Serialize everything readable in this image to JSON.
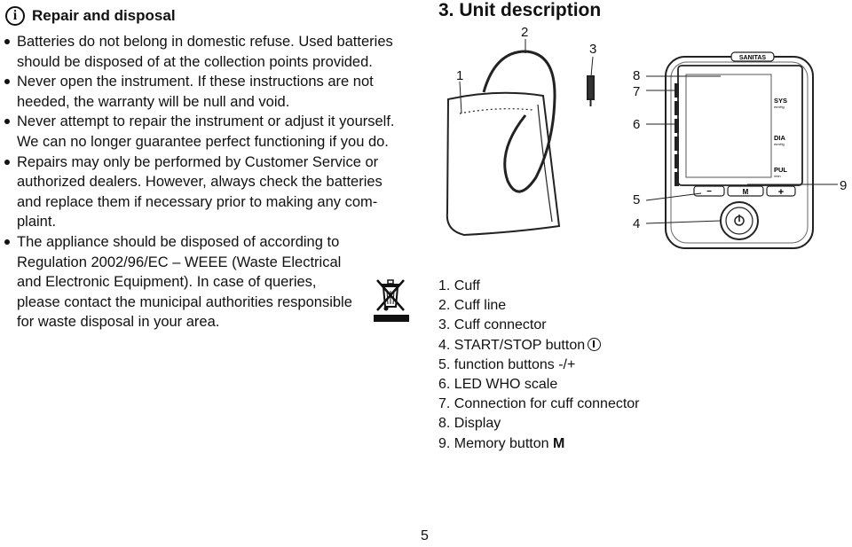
{
  "left": {
    "heading": "Repair and disposal",
    "bullets": [
      "Batteries do not belong in domestic refuse. Used bat­teries should be disposed of at the collection points provided.",
      "Never open the instrument. If these instructions are not heeded, the warranty will be null and void.",
      "Never attempt to repair the instrument or adjust it your­self. We can no longer guarantee perfect functioning if you do.",
      "Repairs may only be performed by Customer Service or authorized dealers. However, always check the batteries and replace them if necessary prior to making any com­plaint.",
      "The appliance should be disposed of according to Regulation 2002/96/EC – WEEE (Waste Electrical and Electronic Equipment). In case of queries, please contact the municipal authorities responsible for waste disposal in your area."
    ]
  },
  "right": {
    "title": "3. Unit description",
    "diagram": {
      "brand": "SANITAS",
      "display_labels": {
        "sys": "SYS",
        "sys_unit": "mmHg",
        "dia": "DIA",
        "dia_unit": "mmHg",
        "pul": "PUL",
        "pul_unit": "/min"
      },
      "button_labels": {
        "minus": "−",
        "memory": "M",
        "plus": "+"
      },
      "callouts": {
        "c1": "1",
        "c2": "2",
        "c3": "3",
        "c4": "4",
        "c5": "5",
        "c6": "6",
        "c7": "7",
        "c8": "8",
        "c9": "9"
      }
    },
    "parts": [
      "1. Cuff",
      "2. Cuff line",
      "3. Cuff connector",
      "4. START/STOP button",
      "5. function buttons -/+",
      "6. LED WHO scale",
      "7. Connection for cuff connector",
      "8. Display",
      "9. Memory button"
    ],
    "memory_button_symbol": "M"
  },
  "page_number": "5"
}
